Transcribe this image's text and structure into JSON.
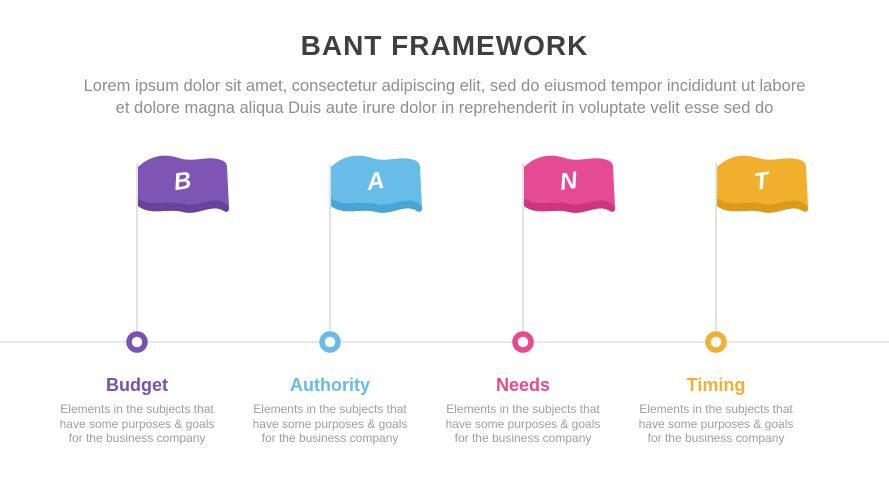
{
  "header": {
    "title": "BANT FRAMEWORK",
    "subtitle_line1": "Lorem ipsum dolor sit amet, consectetur adipiscing elit, sed do eiusmod tempor incididunt ut labore",
    "subtitle_line2": "et dolore magna aliqua Duis aute irure dolor in reprehenderit in voluptate velit esse sed do"
  },
  "palette": {
    "background": "#ffffff",
    "title": "#3f3f41",
    "subtitle": "#8e8e8e",
    "description": "#9d9d9d",
    "timeline_line": "#e8e8e8",
    "pole": "#e3e3e3",
    "flag_letter": "#ffffff",
    "marker_fill": "#ffffff"
  },
  "items": [
    {
      "letter": "B",
      "label": "Budget",
      "description": [
        "Elements in the subjects that",
        "have  some purposes & goals",
        "for the  business company"
      ],
      "accent_color": "#7a50b3",
      "flag_color": "#7e55b5",
      "flag_shadow_color": "#67439a"
    },
    {
      "letter": "A",
      "label": "Authority",
      "description": [
        "Elements in the subjects that",
        "have  some purposes & goals",
        "for the  business company"
      ],
      "accent_color": "#66bbe8",
      "flag_color": "#67bce8",
      "flag_shadow_color": "#49a5d6"
    },
    {
      "letter": "N",
      "label": "Needs",
      "description": [
        "Elements in the subjects that",
        "have  some purposes & goals",
        "for the  business company"
      ],
      "accent_color": "#e8498f",
      "flag_color": "#e54b94",
      "flag_shadow_color": "#cf3480"
    },
    {
      "letter": "T",
      "label": "Timing",
      "description": [
        "Elements in the subjects that",
        "have  some purposes & goals",
        "for the  business company"
      ],
      "accent_color": "#f0b031",
      "flag_color": "#f0b02c",
      "flag_shadow_color": "#dc9a1d"
    }
  ]
}
